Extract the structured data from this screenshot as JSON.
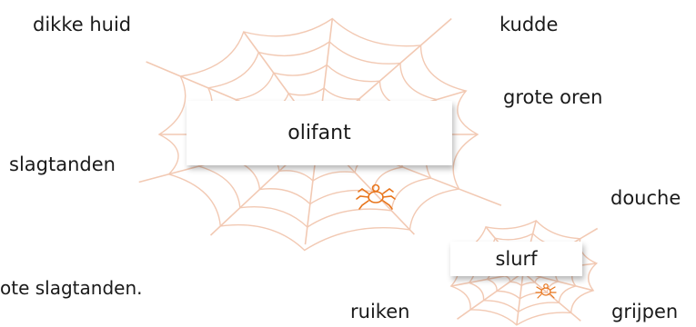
{
  "main_web": {
    "center_word": "olifant",
    "spokes": [
      "dikke huid",
      "kudde",
      "grote oren",
      "slagtanden"
    ]
  },
  "sub_web": {
    "center_word": "slurf",
    "spokes": [
      "douche",
      "ruiken",
      "grijpen"
    ]
  },
  "sentence_fragment": "ote slagtanden.",
  "colors": {
    "web": "#f2c9b3",
    "spider": "#e8741a",
    "text": "#1a1a1a"
  },
  "icons": [
    "spider-icon"
  ]
}
